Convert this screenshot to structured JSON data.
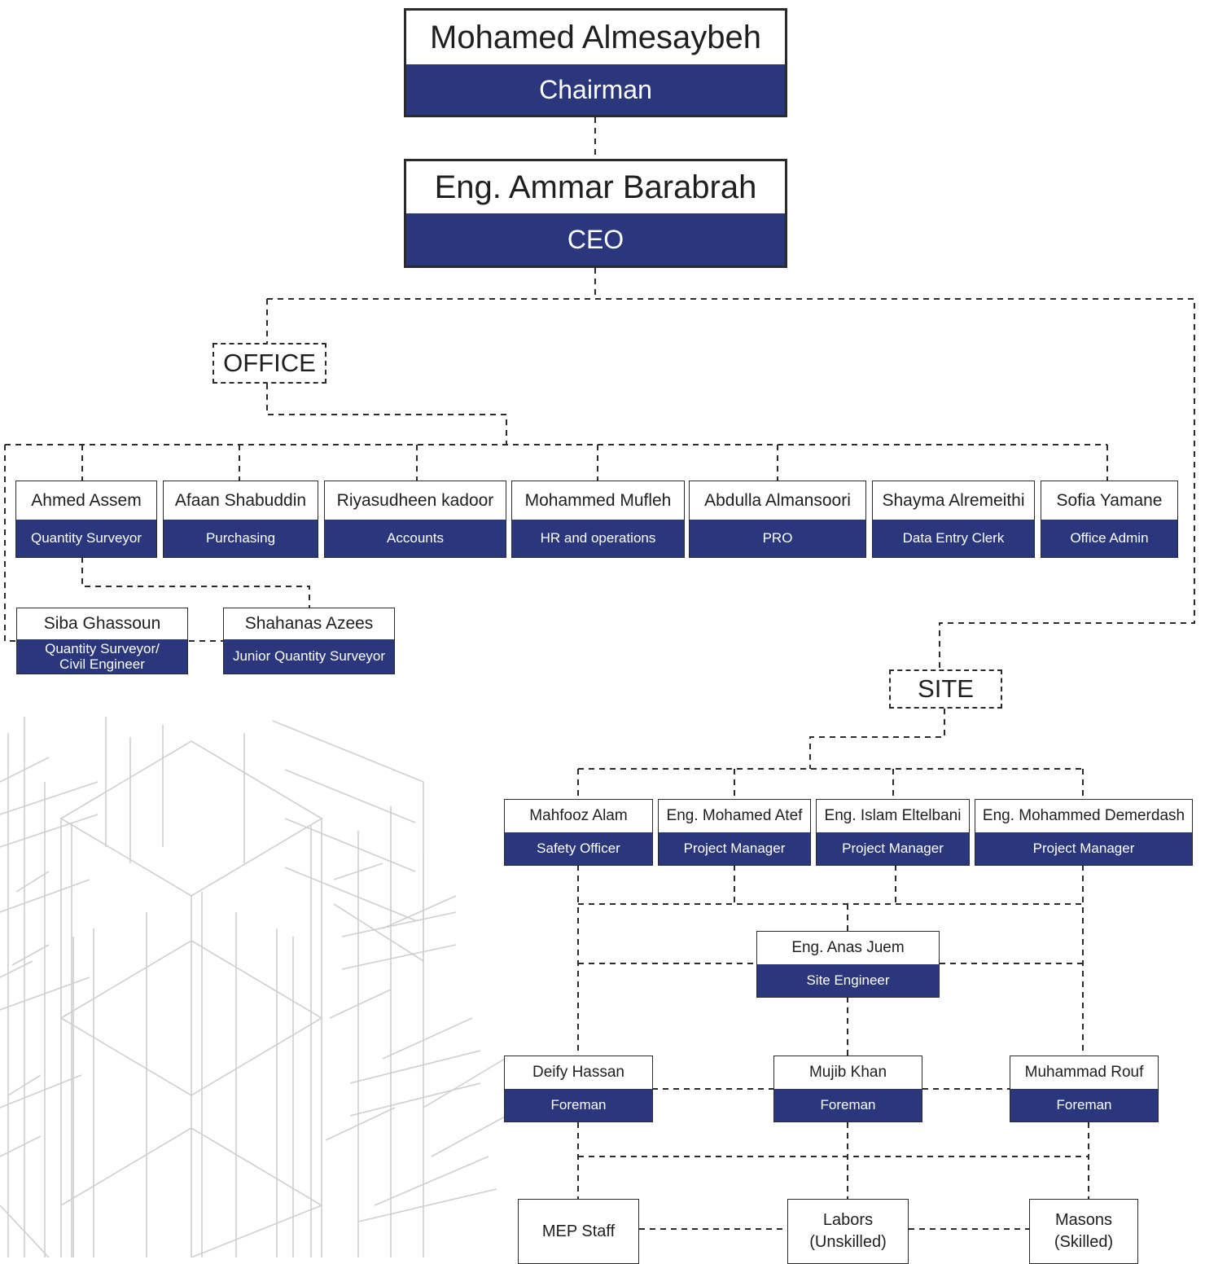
{
  "chairman": {
    "name": "Mohamed Almesaybeh",
    "role": "Chairman"
  },
  "ceo": {
    "name": "Eng. Ammar Barabrah",
    "role": "CEO"
  },
  "office": {
    "label": "OFFICE",
    "staff": [
      {
        "name": "Ahmed Assem",
        "role": "Quantity Surveyor"
      },
      {
        "name": "Afaan Shabuddin",
        "role": "Purchasing"
      },
      {
        "name": "Riyasudheen kadoor",
        "role": "Accounts"
      },
      {
        "name": "Mohammed Mufleh",
        "role": "HR and operations"
      },
      {
        "name": "Abdulla Almansoori",
        "role": "PRO"
      },
      {
        "name": "Shayma Alremeithi",
        "role": "Data Entry Clerk"
      },
      {
        "name": "Sofia Yamane",
        "role": "Office Admin"
      }
    ],
    "sub": [
      {
        "name": "Siba Ghassoun",
        "role": "Quantity Surveyor/ Civil Engineer"
      },
      {
        "name": "Shahanas Azees",
        "role": "Junior Quantity Surveyor"
      }
    ]
  },
  "site": {
    "label": "SITE",
    "managers": [
      {
        "name": "Mahfooz Alam",
        "role": "Safety Officer"
      },
      {
        "name": "Eng. Mohamed Atef",
        "role": "Project Manager"
      },
      {
        "name": "Eng. Islam Eltelbani",
        "role": "Project Manager"
      },
      {
        "name": "Eng. Mohammed Demerdash",
        "role": "Project Manager"
      }
    ],
    "site_engineer": {
      "name": "Eng. Anas Juem",
      "role": "Site Engineer"
    },
    "foremen": [
      {
        "name": "Deify Hassan",
        "role": "Foreman"
      },
      {
        "name": "Mujib Khan",
        "role": "Foreman"
      },
      {
        "name": "Muhammad Rouf",
        "role": "Foreman"
      }
    ],
    "workers": [
      "MEP Staff",
      "Labors (Unskilled)",
      "Masons (Skilled)"
    ]
  },
  "colors": {
    "accent": "#2a377d",
    "line": "#2b2b2b",
    "background_art": "#cfcfcf"
  }
}
